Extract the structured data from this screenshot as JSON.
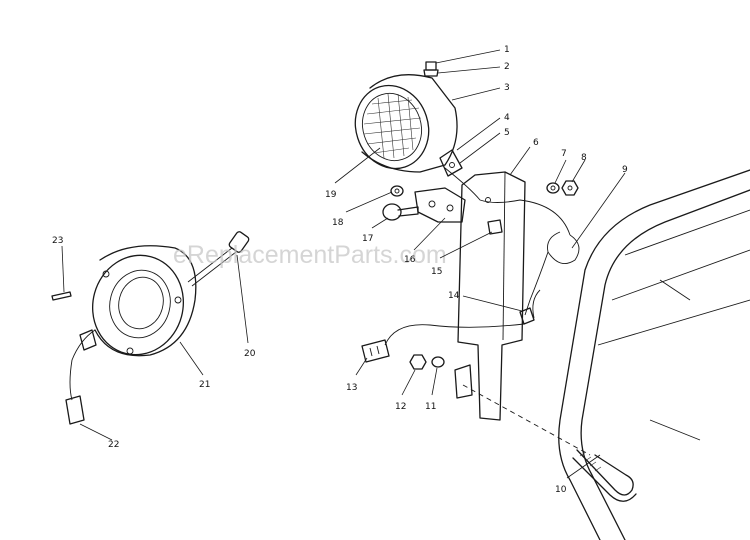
{
  "diagram": {
    "watermark": "eReplacementParts.com",
    "callouts": {
      "c1": "1",
      "c2": "2",
      "c3": "3",
      "c4": "4",
      "c5": "5",
      "c6": "6",
      "c7": "7",
      "c8": "8",
      "c9": "9",
      "c10": "10",
      "c11": "11",
      "c12": "12",
      "c13": "13",
      "c14": "14",
      "c15": "15",
      "c16": "16",
      "c17": "17",
      "c18": "18",
      "c19": "19",
      "c20": "20",
      "c21": "21",
      "c22": "22",
      "c23": "23"
    }
  }
}
